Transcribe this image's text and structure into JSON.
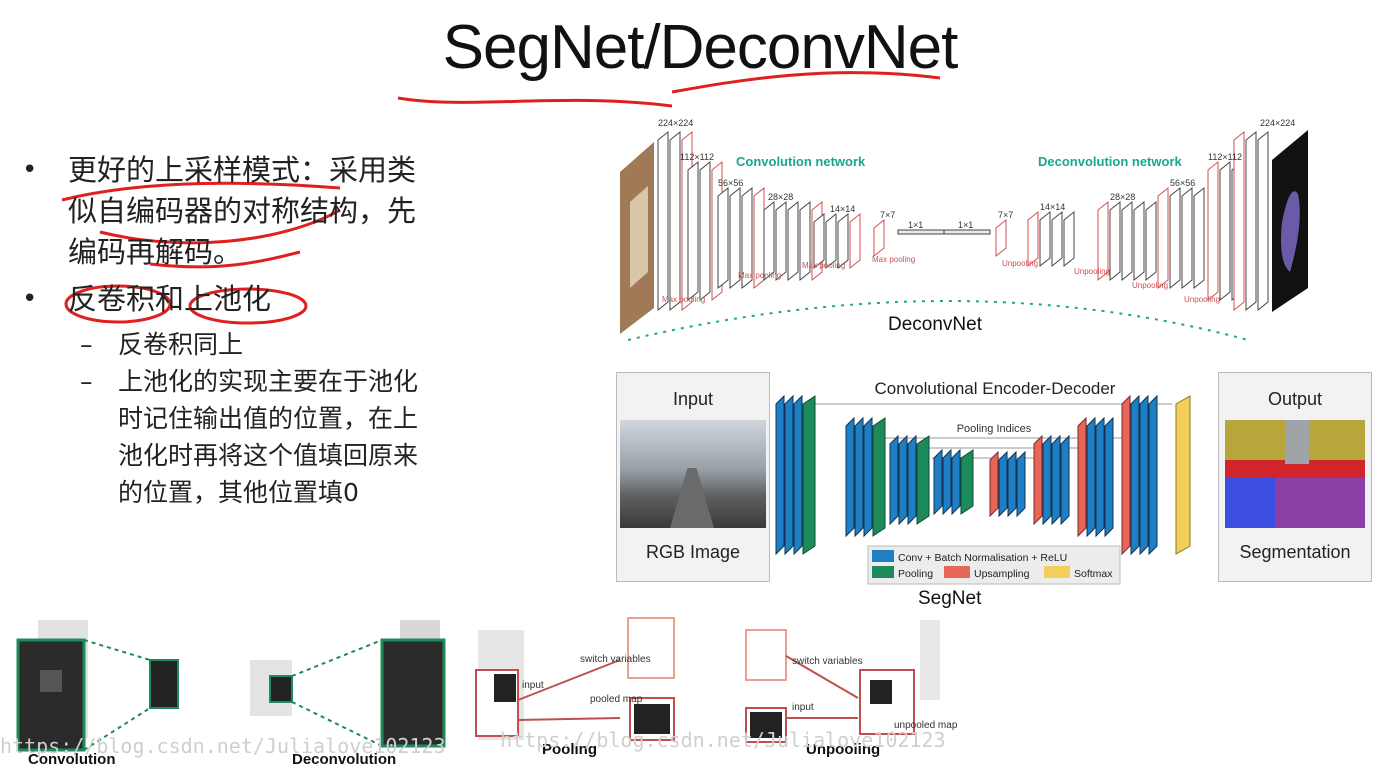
{
  "slide": {
    "title": "SegNet/DeconvNet",
    "bullets": [
      {
        "text": "更好的上采样模式：采用类似自编码器的对称结构，先编码再解码。",
        "lines": [
          "更好的上采样模式：采用类",
          "似自编码器的对称结构，先",
          "编码再解码。"
        ]
      },
      {
        "text": "反卷积和上池化",
        "lines": [
          "反卷积和上池化"
        ]
      }
    ],
    "sub_bullets": [
      {
        "lines": [
          "反卷积同上"
        ]
      },
      {
        "lines": [
          "上池化的实现主要在于池化",
          "时记住输出值的位置，在上",
          "池化时再将这个值填回原来",
          "的位置，其他位置填0"
        ]
      }
    ],
    "bullet_mark": "•",
    "sub_mark": "–"
  },
  "deconvnet": {
    "caption": "DeconvNet",
    "conv_label": "Convolution network",
    "deconv_label": "Deconvolution network",
    "sizes_left": [
      "224×224",
      "112×112",
      "56×56",
      "28×28",
      "14×14",
      "7×7",
      "1×1"
    ],
    "sizes_right": [
      "1×1",
      "7×7",
      "14×14",
      "28×28",
      "56×56",
      "112×112",
      "224×224"
    ],
    "pool_label": "Max pooling",
    "unpool_label": "Unpooling",
    "accent_color": "#1aa88a"
  },
  "segnet": {
    "caption": "SegNet",
    "title": "Convolutional Encoder-Decoder",
    "pooling_indices": "Pooling Indices",
    "input_label": "Input",
    "input_sub": "RGB Image",
    "output_label": "Output",
    "output_sub": "Segmentation",
    "legend": [
      {
        "label": "Conv + Batch Normalisation + ReLU",
        "color": "#1f7fc4"
      },
      {
        "label": "Pooling",
        "color": "#1d8a5a"
      },
      {
        "label": "Upsampling",
        "color": "#e8655a"
      },
      {
        "label": "Softmax",
        "color": "#f2cf5b"
      }
    ]
  },
  "ops": {
    "convolution": "Convolution",
    "deconvolution": "Deconvolution",
    "pooling": "Pooling",
    "unpooling": "Unpooling",
    "switch_variables": "switch variables",
    "input": "input",
    "pooled_map": "pooled map",
    "unpooled_map": "unpooled map"
  },
  "watermark": "https://blog.csdn.net/Julialove102123"
}
